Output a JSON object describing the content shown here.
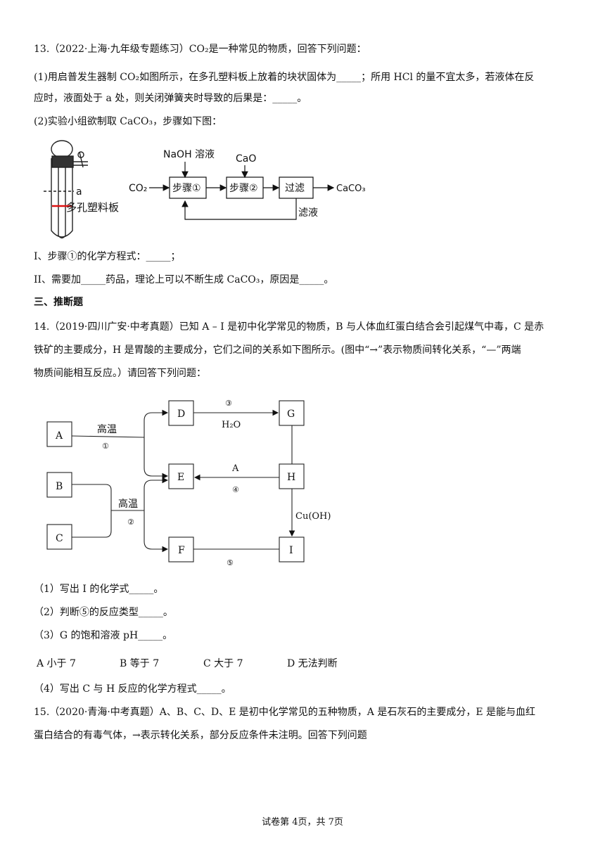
{
  "q13": {
    "header": "13.（2022·上海·九年级专题练习）CO₂是一种常见的物质，回答下列问题：",
    "p1a": "(1)用启普发生器制 CO₂如图所示，在多孔塑料板上放着的块状固体为_____；所用 HCl 的量不宜太多，若液体在反",
    "p1b": "应时，液面处于 a 处，则关闭弹簧夹时导致的后果是：_____。",
    "p2": "(2)实验小组欲制取 CaCO₃，步骤如下图：",
    "qI": "I、步骤①的化学方程式：_____；",
    "qII": "II、需要加_____药品，理论上可以不断生成 CaCO₃，原因是_____。"
  },
  "fig1": {
    "label_a": "a",
    "label_plate": "多孔塑料板",
    "input": "CO₂",
    "reagent1": "NaOH 溶液",
    "reagent2": "CaO",
    "step1": "步骤①",
    "step2": "步骤②",
    "filter": "过滤",
    "output": "CaCO₃",
    "filtrate": "滤液"
  },
  "section3": "三、推断题",
  "q14": {
    "l1": "14.（2019·四川广安·中考真题）已知 A – I 是初中化学常见的物质，B 与人体血红蛋白结合会引起煤气中毒，C 是赤",
    "l2": "铁矿的主要成分，H 是胃酸的主要成分，它们之间的关系如下图所示。(图中“→”表示物质间转化关系，“—”两端",
    "l3": "物质间能相互反应。）请回答下列问题：",
    "s1": "（1）写出 I 的化学式_____。",
    "s2": "（2）判断⑤的反应类型_____。",
    "s3": "（3）G 的饱和溶液 pH_____。",
    "optA": "A  小于 7",
    "optB": "B  等于 7",
    "optC": "C  大于 7",
    "optD": "D  无法判断",
    "s4": "（4）写出 C 与 H 反应的化学方程式_____。"
  },
  "fig2": {
    "A": "A",
    "B": "B",
    "C": "C",
    "D": "D",
    "E": "E",
    "F": "F",
    "G": "G",
    "H": "H",
    "I": "I",
    "gaowen1": "高温",
    "n1": "①",
    "gaowen2": "高温",
    "n2": "②",
    "n3": "③",
    "h2o": "H₂O",
    "aLabel": "A",
    "n4": "④",
    "cuoh2": "Cu(OH)₂",
    "n5": "⑤"
  },
  "q15": {
    "l1": "15.（2020·青海·中考真题）A、B、C、D、E 是初中化学常见的五种物质，A 是石灰石的主要成分，E 是能与血红",
    "l2": "蛋白结合的有毒气体，→表示转化关系，部分反应条件未注明。回答下列问题"
  },
  "footer": "试卷第 4页，共 7页"
}
